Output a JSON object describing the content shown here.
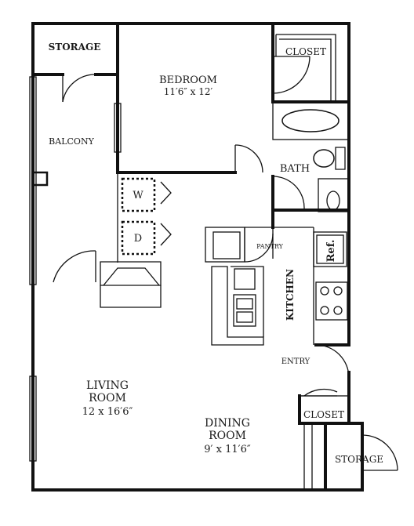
{
  "plan": {
    "storage_top": "STORAGE",
    "balcony": "BALCONY",
    "bedroom": {
      "name": "BEDROOM",
      "dims": "11′6″ x 12′"
    },
    "closet_top": "CLOSET",
    "bath": "BATH",
    "washer": "W",
    "dryer": "D",
    "pantry": "PANTRY",
    "refrigerator": "Ref.",
    "kitchen": "KITCHEN",
    "entry": "ENTRY",
    "living": {
      "name_line1": "LIVING",
      "name_line2": "ROOM",
      "dims": "12 x 16′6″"
    },
    "dining": {
      "name_line1": "DINING",
      "name_line2": "ROOM",
      "dims": "9′ x 11′6″"
    },
    "closet_bottom": "CLOSET",
    "storage_bottom": "STORAGE"
  }
}
